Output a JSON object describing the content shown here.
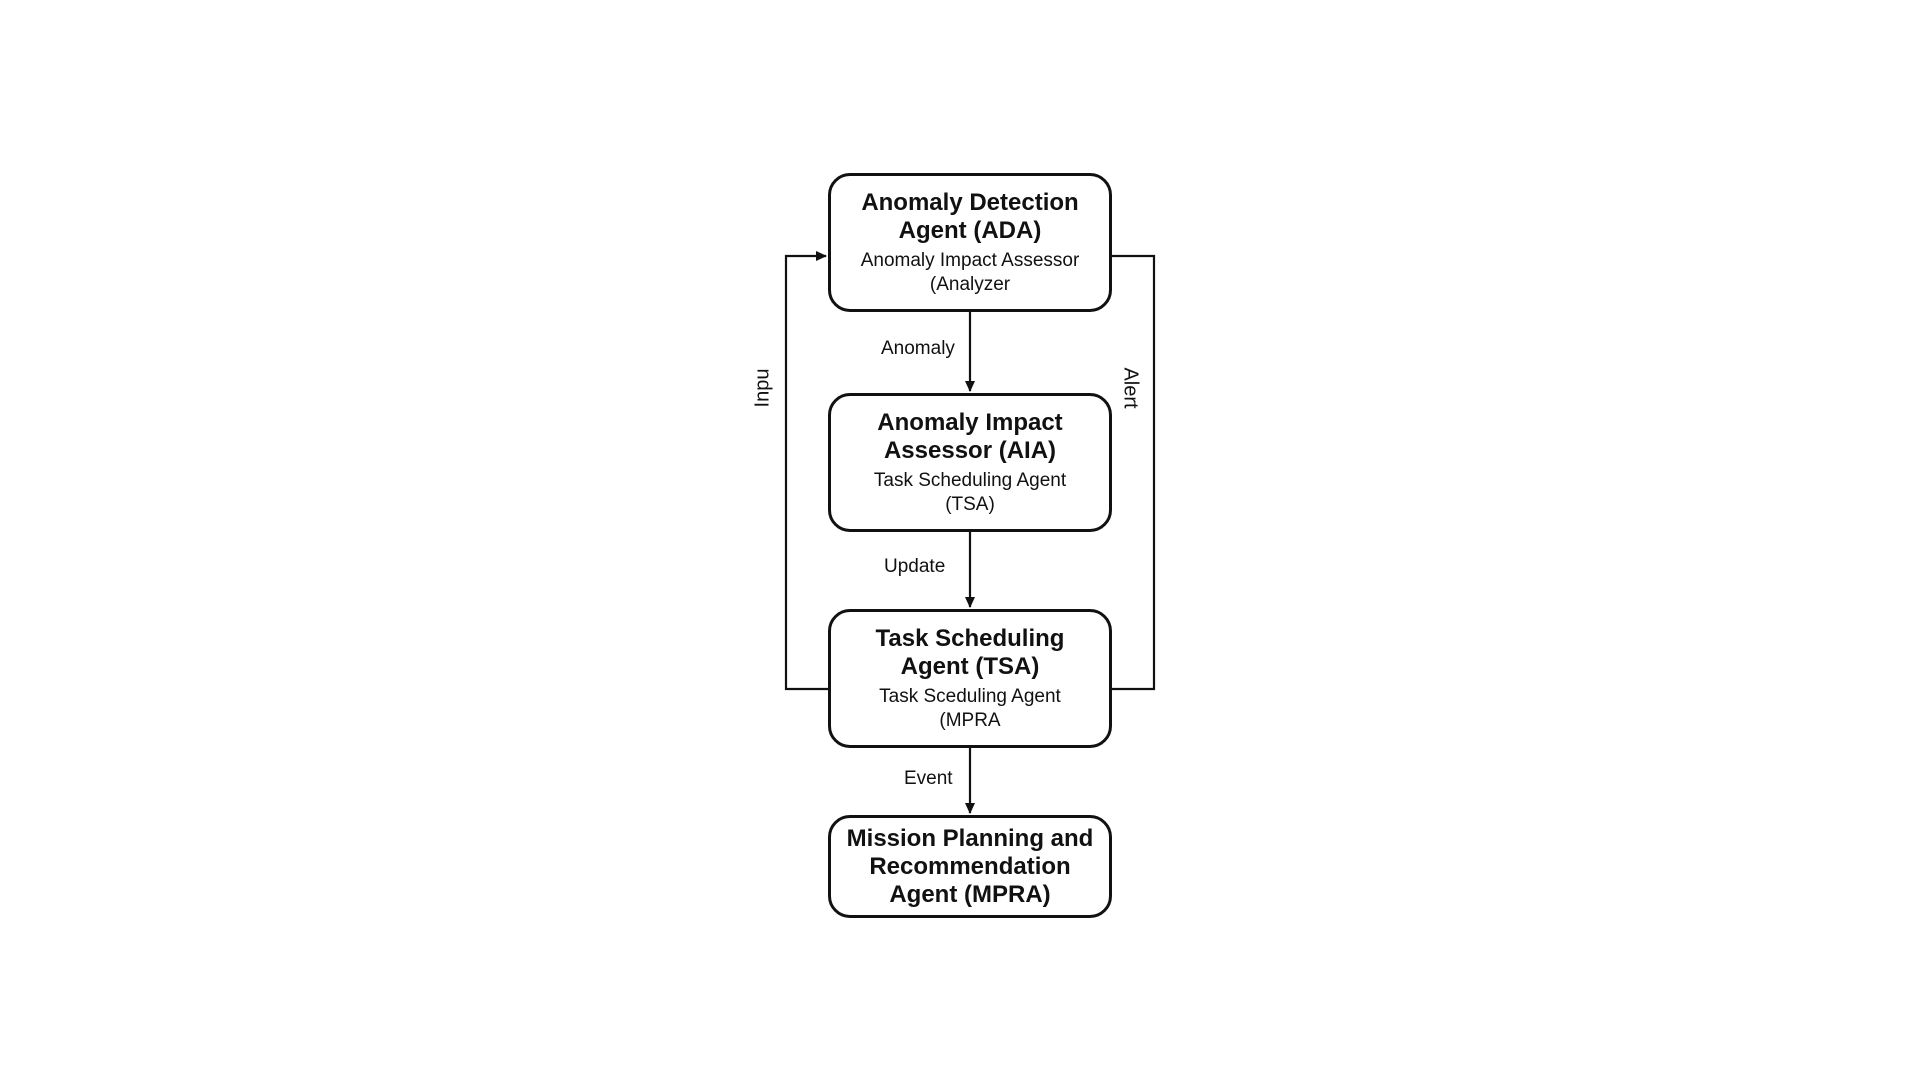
{
  "diagram": {
    "nodes": [
      {
        "id": "ada",
        "title": "Anomaly Detection Agent (ADA)",
        "subtitle": "Anomaly Impact Assessor (Analyzer"
      },
      {
        "id": "aia",
        "title": "Anomaly Impact Assessor (AIA)",
        "subtitle": "Task Scheduling Agent (TSA)"
      },
      {
        "id": "tsa",
        "title": "Task Scheduling Agent (TSA)",
        "subtitle": "Task Sceduling Agent (MPRA"
      },
      {
        "id": "mpra",
        "title": "Mission Planning and Recommendation Agent (MPRA)",
        "subtitle": ""
      }
    ],
    "edges": [
      {
        "from": "ada",
        "to": "aia",
        "label": "Anomaly"
      },
      {
        "from": "aia",
        "to": "tsa",
        "label": "Update"
      },
      {
        "from": "tsa",
        "to": "mpra",
        "label": "Event"
      },
      {
        "from": "tsa",
        "to": "ada",
        "label": "Inpu"
      },
      {
        "from": "ada",
        "to": "tsa",
        "label": "Alert"
      }
    ],
    "colors": {
      "stroke": "#111111",
      "background": "#ffffff"
    }
  }
}
